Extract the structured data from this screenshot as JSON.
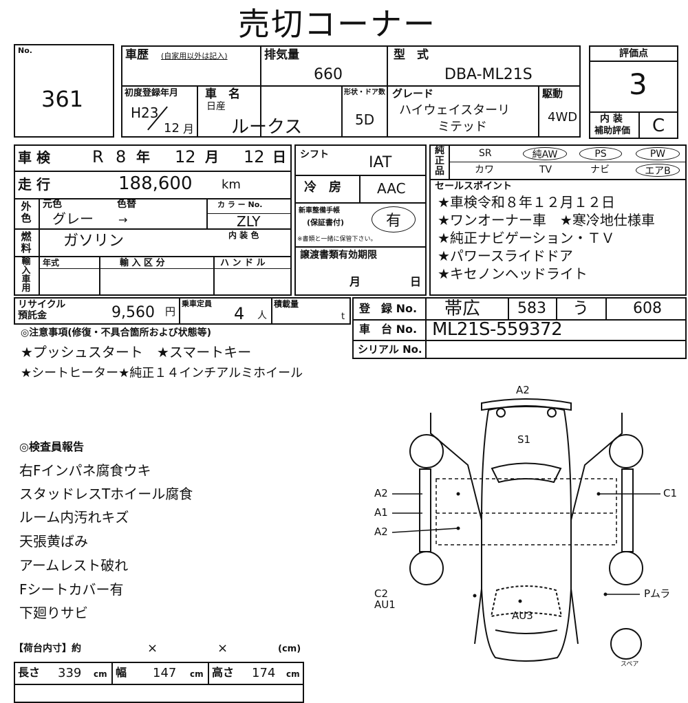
{
  "title": "売切コーナー",
  "lot": {
    "label": "No.",
    "value": "361"
  },
  "history": {
    "label": "車歴",
    "note": "(自家用以外は記入)"
  },
  "displacement": {
    "label": "排気量",
    "value": "660"
  },
  "model_code": {
    "label": "型　式",
    "value": "DBA-ML21S"
  },
  "first_reg": {
    "label": "初度登録年月",
    "era": "H23",
    "month": "12",
    "month_unit": "月"
  },
  "car_name": {
    "label": "車　名",
    "maker": "日産",
    "value": "ルークス"
  },
  "shape": {
    "label": "形状・ドア数",
    "value": "5D"
  },
  "grade": {
    "label": "グレード",
    "line1": "ハイウェイスターリ",
    "line2": "ミテッド"
  },
  "drive": {
    "label": "駆動",
    "value": "4WD"
  },
  "score": {
    "label": "評価点",
    "value": "3",
    "interior_label1": "内 装",
    "interior_label2": "補助評価",
    "interior_value": "C"
  },
  "inspection": {
    "label": "車 検",
    "era": "R",
    "year": "8",
    "year_unit": "年",
    "month": "12",
    "month_unit": "月",
    "day": "12",
    "day_unit": "日"
  },
  "shift": {
    "label": "シフト",
    "value": "IAT"
  },
  "mileage": {
    "label": "走 行",
    "value": "188,600",
    "unit": "km"
  },
  "aircon": {
    "label": "冷　房",
    "value": "AAC"
  },
  "color": {
    "side_label": "外色",
    "orig_label": "元色",
    "change_label": "色替",
    "value": "グレー",
    "arrow": "→",
    "code_label": "カ ラ ー No.",
    "code": "ZLY",
    "interior_label": "内 装 色"
  },
  "fuel": {
    "side_label": "燃料",
    "value": "ガソリン"
  },
  "warranty": {
    "label1": "新車整備手帳",
    "label2": "(保証書付)",
    "value": "有",
    "note": "※書類と一緒に保管下さい。"
  },
  "import": {
    "side_label": "輸入車用",
    "year_label": "年式",
    "type_label": "輸 入 区 分",
    "handle_label": "ハ ン ド ル"
  },
  "transfer": {
    "label": "譲渡書類有効期限",
    "month_unit": "月",
    "day_unit": "日"
  },
  "equipment": {
    "side_label": "純正品",
    "row1": [
      "SR",
      "純AW",
      "PS",
      "PW"
    ],
    "row2": [
      "カワ",
      "TV",
      "ナビ",
      "エアB"
    ]
  },
  "sales_points": {
    "label": "セールスポイント",
    "lines": [
      "★車検令和８年１２月１２日",
      "★ワンオーナー車　★寒冷地仕様車",
      "★純正ナビゲーション・ＴＶ",
      "★パワースライドドア",
      "★キセノンヘッドライト"
    ]
  },
  "recycle": {
    "label1": "リサイクル",
    "label2": "預託金",
    "value": "9,560",
    "unit": "円"
  },
  "capacity": {
    "label": "乗車定員",
    "value": "4",
    "unit": "人"
  },
  "load": {
    "label": "積載量",
    "unit": "t"
  },
  "registration": {
    "label": "登　録 No.",
    "area": "帯広",
    "class": "583",
    "kana": "う",
    "number": "608"
  },
  "chassis": {
    "label": "車　台 No.",
    "value": "ML21S-559372"
  },
  "serial": {
    "label": "シリアル No."
  },
  "notes": {
    "header": "◎注意事項(修復・不具合箇所および状態等)",
    "line1": "★プッシュスタート　★スマートキー",
    "line2": "★シートヒーター★純正１４インチアルミホイール"
  },
  "inspector": {
    "header": "◎検査員報告",
    "lines": [
      "右Fインパネ腐食ウキ",
      "スタッドレスTホイール腐食",
      "ルーム内汚れキズ",
      "天張黄ばみ",
      "アームレスト破れ",
      "Fシートカバー有",
      "下廻りサビ"
    ]
  },
  "cargo": {
    "header": "【荷台内寸】約",
    "x1": "×",
    "x2": "×",
    "unit_header": "(cm)",
    "length_label": "長さ",
    "length": "339",
    "width_label": "幅",
    "width": "147",
    "height_label": "高さ",
    "height": "174",
    "unit": "cm"
  },
  "diagram": {
    "top": "A2",
    "roof": "S1",
    "left1": "A2",
    "left2": "A1",
    "left3": "A2",
    "left4": "C2",
    "left5": "AU1",
    "right1": "C1",
    "right2": "Pムラ",
    "bottom": "AU3",
    "spare": "スペア"
  }
}
